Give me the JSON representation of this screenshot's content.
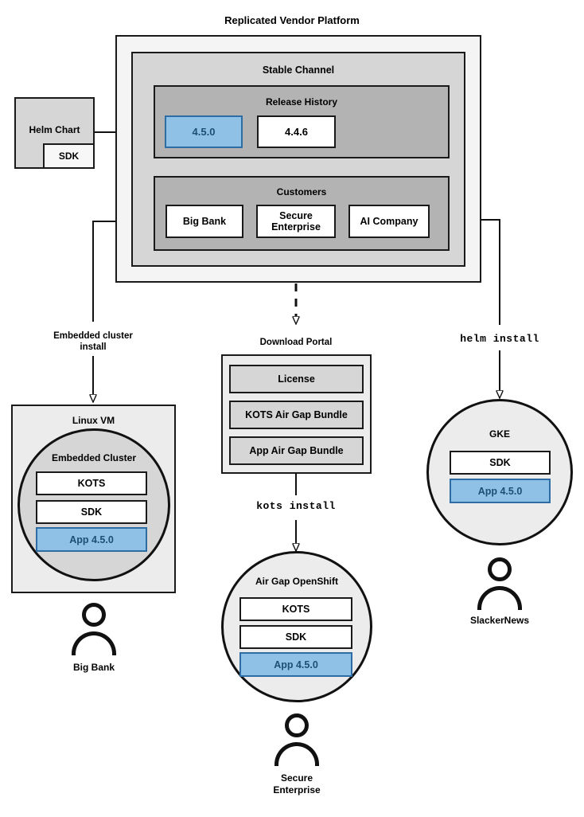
{
  "diagram": {
    "title": "Replicated Vendor Platform",
    "type": "architecture-flow"
  },
  "helm_chart": {
    "title": "Helm Chart",
    "nested_item": "SDK"
  },
  "platform": {
    "channel_title": "Stable Channel",
    "release_history": {
      "title": "Release History",
      "releases": [
        {
          "version": "4.5.0",
          "highlighted": true
        },
        {
          "version": "4.4.6",
          "highlighted": false
        }
      ]
    },
    "customers": {
      "title": "Customers",
      "items": [
        {
          "name": "Big Bank"
        },
        {
          "name": "Secure\nEnterprise"
        },
        {
          "name": "AI Company"
        }
      ],
      "big_bank_label": "Big Bank",
      "secure_enterprise_line1": "Secure",
      "secure_enterprise_line2": "Enterprise",
      "ai_company_label": "AI Company"
    }
  },
  "edges": {
    "embedded_cluster_install_line1": "Embedded cluster",
    "embedded_cluster_install_line2": "install",
    "helm_install": "helm install",
    "kots_install": "kots install"
  },
  "download_portal": {
    "title": "Download Portal",
    "artifacts": [
      "License",
      "KOTS Air Gap Bundle",
      "App Air Gap Bundle"
    ]
  },
  "linux_vm": {
    "title": "Linux VM",
    "cluster_title": "Embedded Cluster",
    "components": [
      {
        "label": "KOTS",
        "highlighted": false
      },
      {
        "label": "SDK",
        "highlighted": false
      },
      {
        "label": "App 4.5.0",
        "highlighted": true
      }
    ],
    "customer": "Big Bank"
  },
  "air_gap_openshift": {
    "title": "Air Gap OpenShift",
    "components": [
      {
        "label": "KOTS",
        "highlighted": false
      },
      {
        "label": "SDK",
        "highlighted": false
      },
      {
        "label": "App 4.5.0",
        "highlighted": true
      }
    ],
    "customer_line1": "Secure",
    "customer_line2": "Enterprise"
  },
  "gke": {
    "title": "GKE",
    "components": [
      {
        "label": "SDK",
        "highlighted": false
      },
      {
        "label": "App 4.5.0",
        "highlighted": true
      }
    ],
    "customer": "SlackerNews"
  },
  "colors": {
    "accent_fill": "#8FC0E6",
    "accent_border": "#2E6DA4",
    "accent_text": "#1D4F76",
    "stroke": "#1a1a1a",
    "panel_outer": "#f4f4f4",
    "panel_channel": "#d6d6d6",
    "panel_gray": "#b3b3b3",
    "panel_light": "#ececec"
  }
}
